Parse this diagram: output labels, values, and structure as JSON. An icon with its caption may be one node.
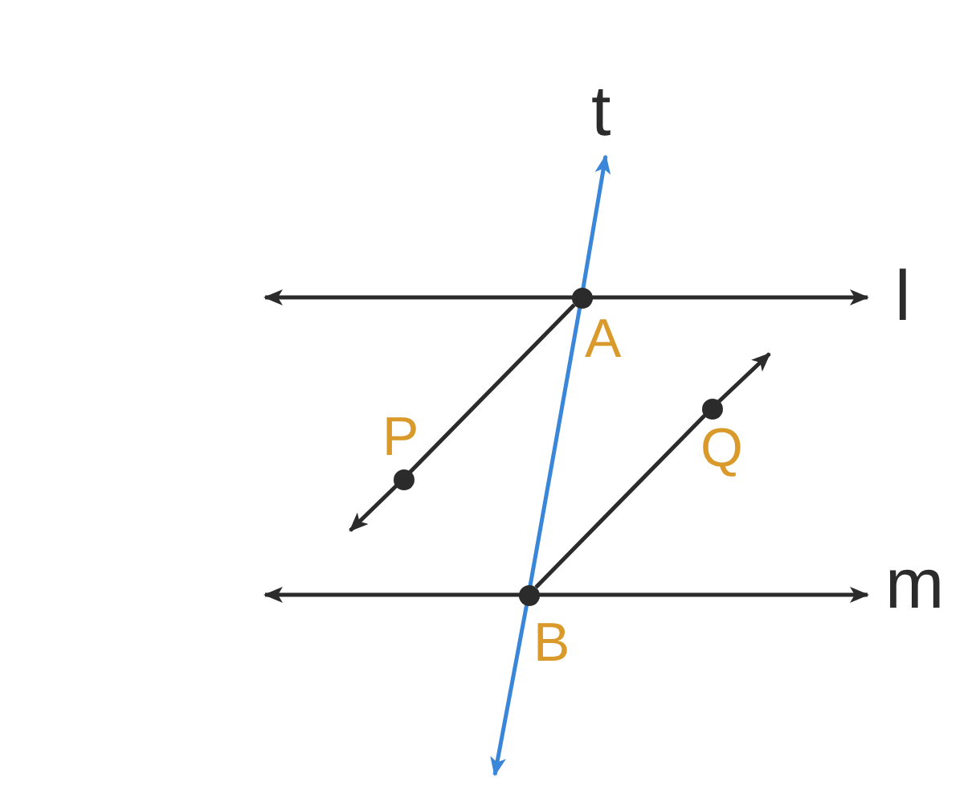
{
  "diagram": {
    "nodes": [
      {
        "text": [],
        "shape": "circle",
        "beside": [
          "A"
        ]
      },
      {
        "text": [],
        "shape": "circle",
        "beside": [
          "P"
        ]
      },
      {
        "text": [],
        "shape": "circle",
        "beside": [
          "Q"
        ]
      },
      {
        "text": [],
        "shape": "circle",
        "beside": [
          "B"
        ]
      }
    ],
    "edges": [
      {
        "from": 0,
        "to": 1,
        "arrow": "to"
      },
      {
        "from": 3,
        "to": 2,
        "arrow": "to"
      },
      {
        "from": 3,
        "to": 0,
        "arrow": "both",
        "color": "#3a86d8"
      }
    ],
    "labels": [
      "t",
      "l",
      "m"
    ]
  }
}
